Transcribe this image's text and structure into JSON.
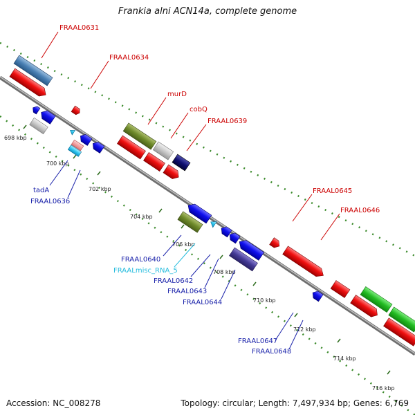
{
  "title": "Frankia alni ACN14a, complete genome",
  "footer": {
    "accession": "Accession: NC_008278",
    "stats": "Topology: circular; Length: 7,497,934 bp; Genes: 6,769"
  },
  "colors": {
    "backbone": "#8a8a8a",
    "track": "#3a8a2a",
    "label_red": "#cc0000",
    "label_blue": "#1a22aa",
    "label_cyan": "#22bbdd"
  },
  "ticks": [
    "698 kbp",
    "700 kbp",
    "702 kbp",
    "704 kbp",
    "706 kbp",
    "708 kbp",
    "710 kbp",
    "712 kbp",
    "714 kbp",
    "716 kbp"
  ],
  "gene_labels": [
    {
      "text": "FRAAL0631",
      "color": "red"
    },
    {
      "text": "FRAAL0634",
      "color": "red"
    },
    {
      "text": "murD",
      "color": "red"
    },
    {
      "text": "cobQ",
      "color": "red"
    },
    {
      "text": "FRAAL0639",
      "color": "red"
    },
    {
      "text": "FRAAL0645",
      "color": "red"
    },
    {
      "text": "FRAAL0646",
      "color": "red"
    },
    {
      "text": "tadA",
      "color": "blue"
    },
    {
      "text": "FRAAL0636",
      "color": "blue"
    },
    {
      "text": "FRAAL0640",
      "color": "blue"
    },
    {
      "text": "FRAALmisc_RNA_5",
      "color": "cyan"
    },
    {
      "text": "FRAAL0642",
      "color": "blue"
    },
    {
      "text": "FRAAL0643",
      "color": "blue"
    },
    {
      "text": "FRAAL0644",
      "color": "blue"
    },
    {
      "text": "FRAAL0647",
      "color": "blue"
    },
    {
      "text": "FRAAL0648",
      "color": "blue"
    }
  ]
}
